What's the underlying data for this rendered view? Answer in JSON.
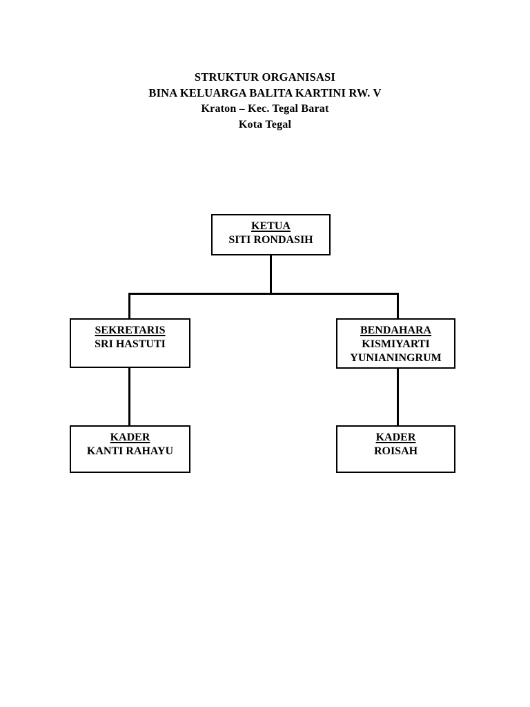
{
  "document": {
    "title_lines": [
      "STRUKTUR ORGANISASI",
      "BINA KELUARGA BALITA KARTINI RW. V",
      "Kraton – Kec. Tegal Barat",
      "Kota Tegal"
    ]
  },
  "colors": {
    "page_background": "#ffffff",
    "text": "#000000",
    "box_border": "#000000",
    "connector": "#000000"
  },
  "chart_data": {
    "type": "diagram",
    "subtype": "organization-chart",
    "title": "STRUKTUR ORGANISASI BINA KELUARGA BALITA KARTINI RW. V",
    "orientation": "top-down",
    "levels": 3,
    "nodes": [
      {
        "id": "ketua",
        "role": "KETUA",
        "name": "SITI RONDASIH",
        "level": 0,
        "role_underlined": true
      },
      {
        "id": "sekretaris",
        "role": "SEKRETARIS",
        "name": "SRI HASTUTI",
        "level": 1,
        "role_underlined": true
      },
      {
        "id": "bendahara",
        "role": "BENDAHARA",
        "name": "KISMIYARTI",
        "name_line2": "YUNIANINGRUM",
        "level": 1,
        "role_underlined": true
      },
      {
        "id": "kader-left",
        "role": "KADER",
        "name": "KANTI RAHAYU",
        "level": 2,
        "role_underlined": true
      },
      {
        "id": "kader-right",
        "role": "KADER",
        "name": "ROISAH",
        "level": 2,
        "role_underlined": true
      }
    ],
    "edges": [
      {
        "from": "ketua",
        "to": "sekretaris"
      },
      {
        "from": "ketua",
        "to": "bendahara"
      },
      {
        "from": "sekretaris",
        "to": "kader-left"
      },
      {
        "from": "bendahara",
        "to": "kader-right"
      }
    ]
  }
}
